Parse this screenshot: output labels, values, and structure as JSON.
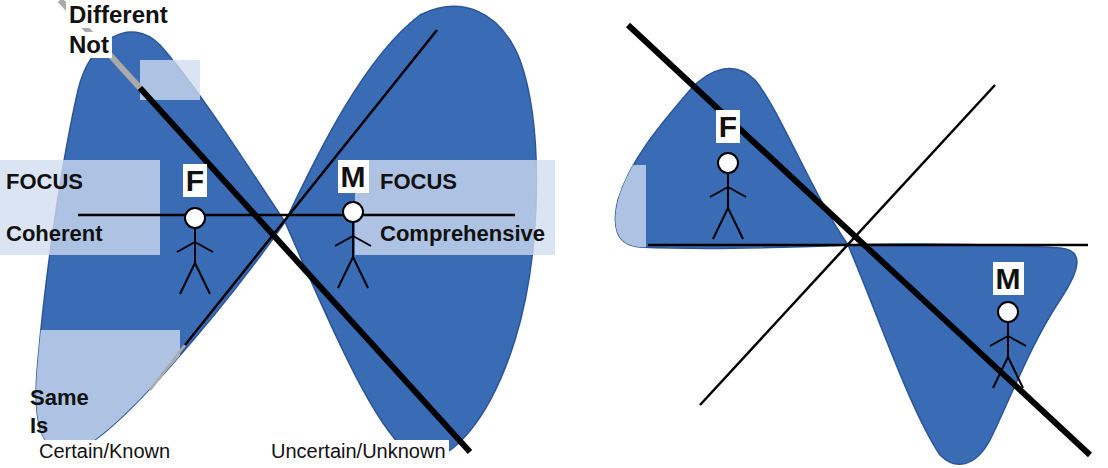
{
  "diagram": {
    "labels": [
      "Different",
      "Not",
      "FOCUS",
      "Coherent",
      "F",
      "M",
      "FOCUS",
      "Comprehensive",
      "Same",
      "Is",
      "Certain/Known",
      "Uncertain/Unknown",
      "F",
      "M"
    ]
  }
}
